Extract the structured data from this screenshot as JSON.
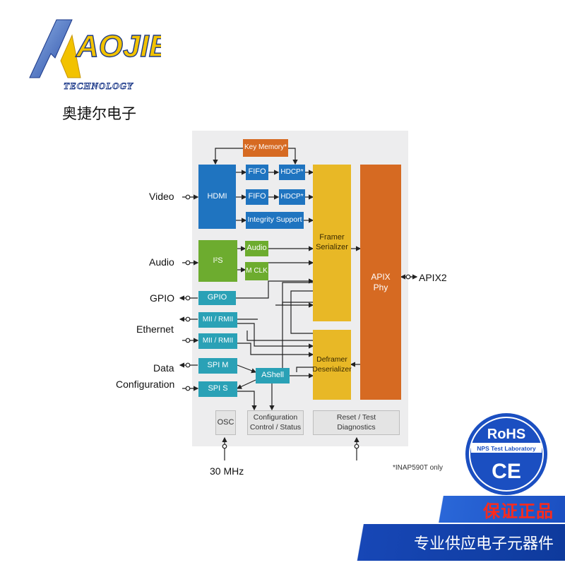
{
  "brand": {
    "name": "AOJIEL",
    "tagline": "TECHNOLOGY",
    "chinese_name": "奥捷尔电子"
  },
  "diagram": {
    "blocks": {
      "key_memory": "Key Memory*",
      "hdmi": "HDMI",
      "fifo_1": "FIFO",
      "fifo_2": "FIFO",
      "hdcp_1": "HDCP*",
      "hdcp_2": "HDCP*",
      "integrity_support": "Integrity Support",
      "i2s": "I²S",
      "audio": "Audio",
      "mclk": "M CLK",
      "gpio": "GPIO",
      "mii_rmii_1": "MII / RMII",
      "mii_rmii_2": "MII / RMII",
      "spi_m": "SPI M",
      "spi_s": "SPI S",
      "ashell": "AShell",
      "framer_l1": "Framer",
      "framer_l2": "Serializer",
      "deframer_l1": "Deframer",
      "deframer_l2": "Deserializer",
      "apix_l1": "APIX",
      "apix_l2": "Phy",
      "osc": "OSC",
      "config_l1": "Configuration",
      "config_l2": "Control / Status",
      "reset_l1": "Reset / Test",
      "reset_l2": "Diagnostics"
    },
    "signals": {
      "video": "Video",
      "audio": "Audio",
      "gpio": "GPIO",
      "ethernet": "Ethernet",
      "data_config_l1": "Data",
      "data_config_l2": "Configuration",
      "apix2": "APIX2",
      "clock": "30 MHz"
    },
    "footnote": "*INAP590T only"
  },
  "badge": {
    "title": "RoHS",
    "subtitle": "NPS Test Laboratory",
    "mark": "CE"
  },
  "banners": {
    "genuine": "保证正品",
    "supplier": "专业供应电子元器件"
  },
  "colors": {
    "blue": "#1f74c0",
    "green": "#6dac2f",
    "teal": "#2aa1b6",
    "yellow": "#e8b826",
    "orange": "#d66a22",
    "key_memory": "#d66a22",
    "banner_blue": "#1b4fc1",
    "banner_red_text": "#ff2a1a"
  }
}
